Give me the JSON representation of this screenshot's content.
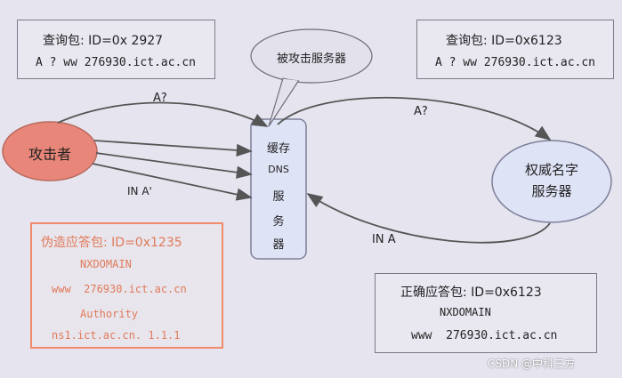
{
  "colors": {
    "background": "#e6e4ef",
    "attacker_fill": "#e8867a",
    "server_fill": "#dfe3f6",
    "forged_border": "#f08a6a",
    "forged_text": "#e07a5a",
    "arrow": "#555555"
  },
  "query_left": {
    "line1": "查询包: ID=0x 2927",
    "line2": "A ? ww 276930.ict.ac.cn"
  },
  "query_right": {
    "line1": "查询包: ID=0x6123",
    "line2": "A ? ww 276930.ict.ac.cn"
  },
  "attacked_bubble": {
    "label": "被攻击服务器"
  },
  "attacker": {
    "label": "攻击者"
  },
  "dns_server": {
    "line1": "缓存",
    "line2": "DNS",
    "line3": "服",
    "line4": "务",
    "line5": "器"
  },
  "authority_server": {
    "line1": "权威名字",
    "line2": "服务器"
  },
  "forged_answer": {
    "line1": "伪造应答包: ID=0x1235",
    "line2": "NXDOMAIN",
    "line3": "www  276930.ict.ac.cn",
    "line4": "Authority",
    "line5": "ns1.ict.ac.cn. 1.1.1"
  },
  "correct_answer": {
    "line1": "正确应答包: ID=0x6123",
    "line2": "NXDOMAIN",
    "line3": "www  276930.ict.ac.cn"
  },
  "arrow_labels": {
    "left_query": "A?",
    "right_query": "A?",
    "forged": "IN A'",
    "correct": "IN A"
  },
  "watermark": "CSDN @中科三方"
}
